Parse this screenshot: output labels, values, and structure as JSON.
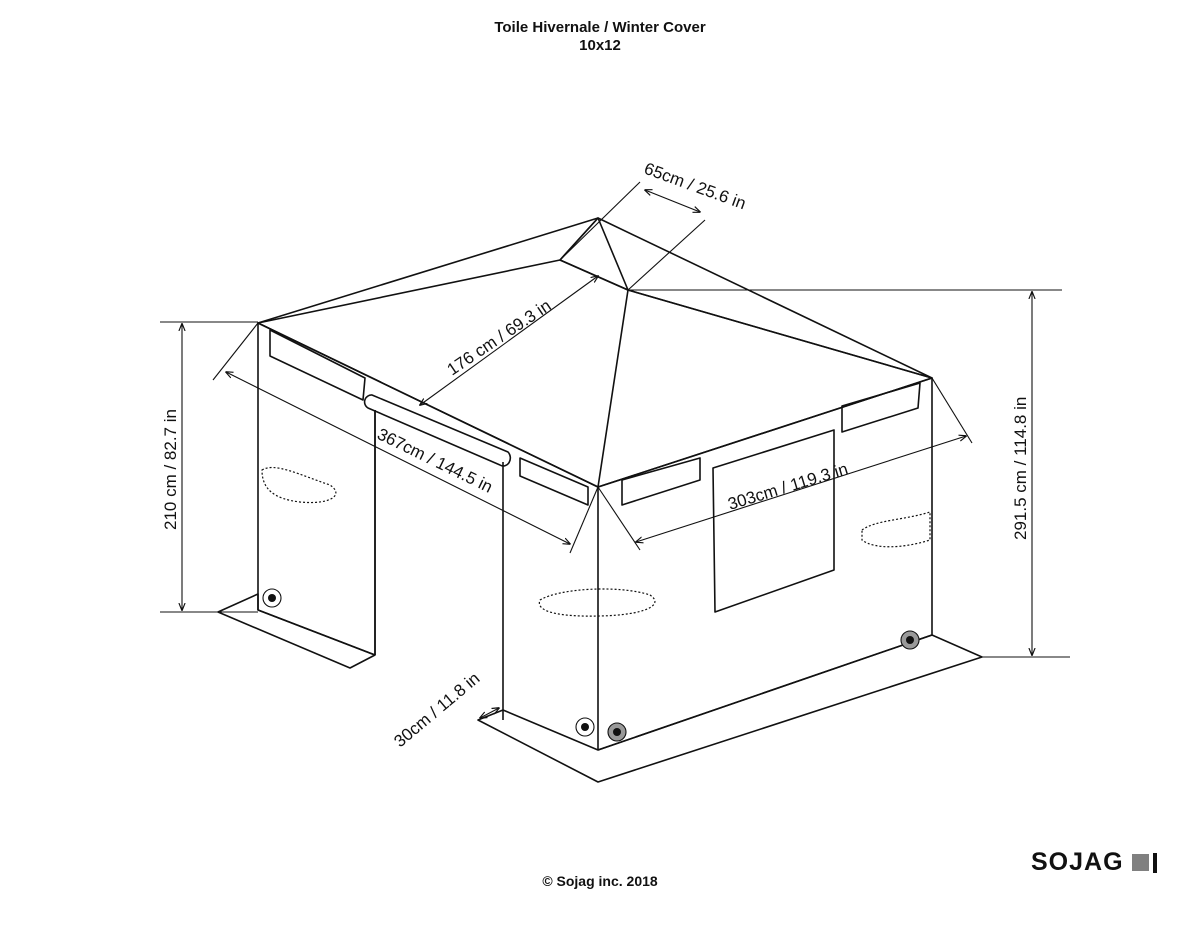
{
  "title": {
    "line1": "Toile Hivernale / Winter Cover",
    "line2": "10x12"
  },
  "dimensions": {
    "roof_vent": "65cm / 25.6 in",
    "roof_slope": "176 cm / 69.3 in",
    "side_length": "367cm / 144.5 in",
    "front_width": "303cm / 119.3 in",
    "wall_height": "210 cm / 82.7 in",
    "total_height": "291.5 cm / 114.8 in",
    "skirt_depth": "30cm / 11.8 in"
  },
  "footer": {
    "copyright": "© Sojag inc. 2018",
    "brand": "SOJAG"
  },
  "colors": {
    "line": "#111111",
    "brand_square": "#808080",
    "background": "#ffffff"
  }
}
